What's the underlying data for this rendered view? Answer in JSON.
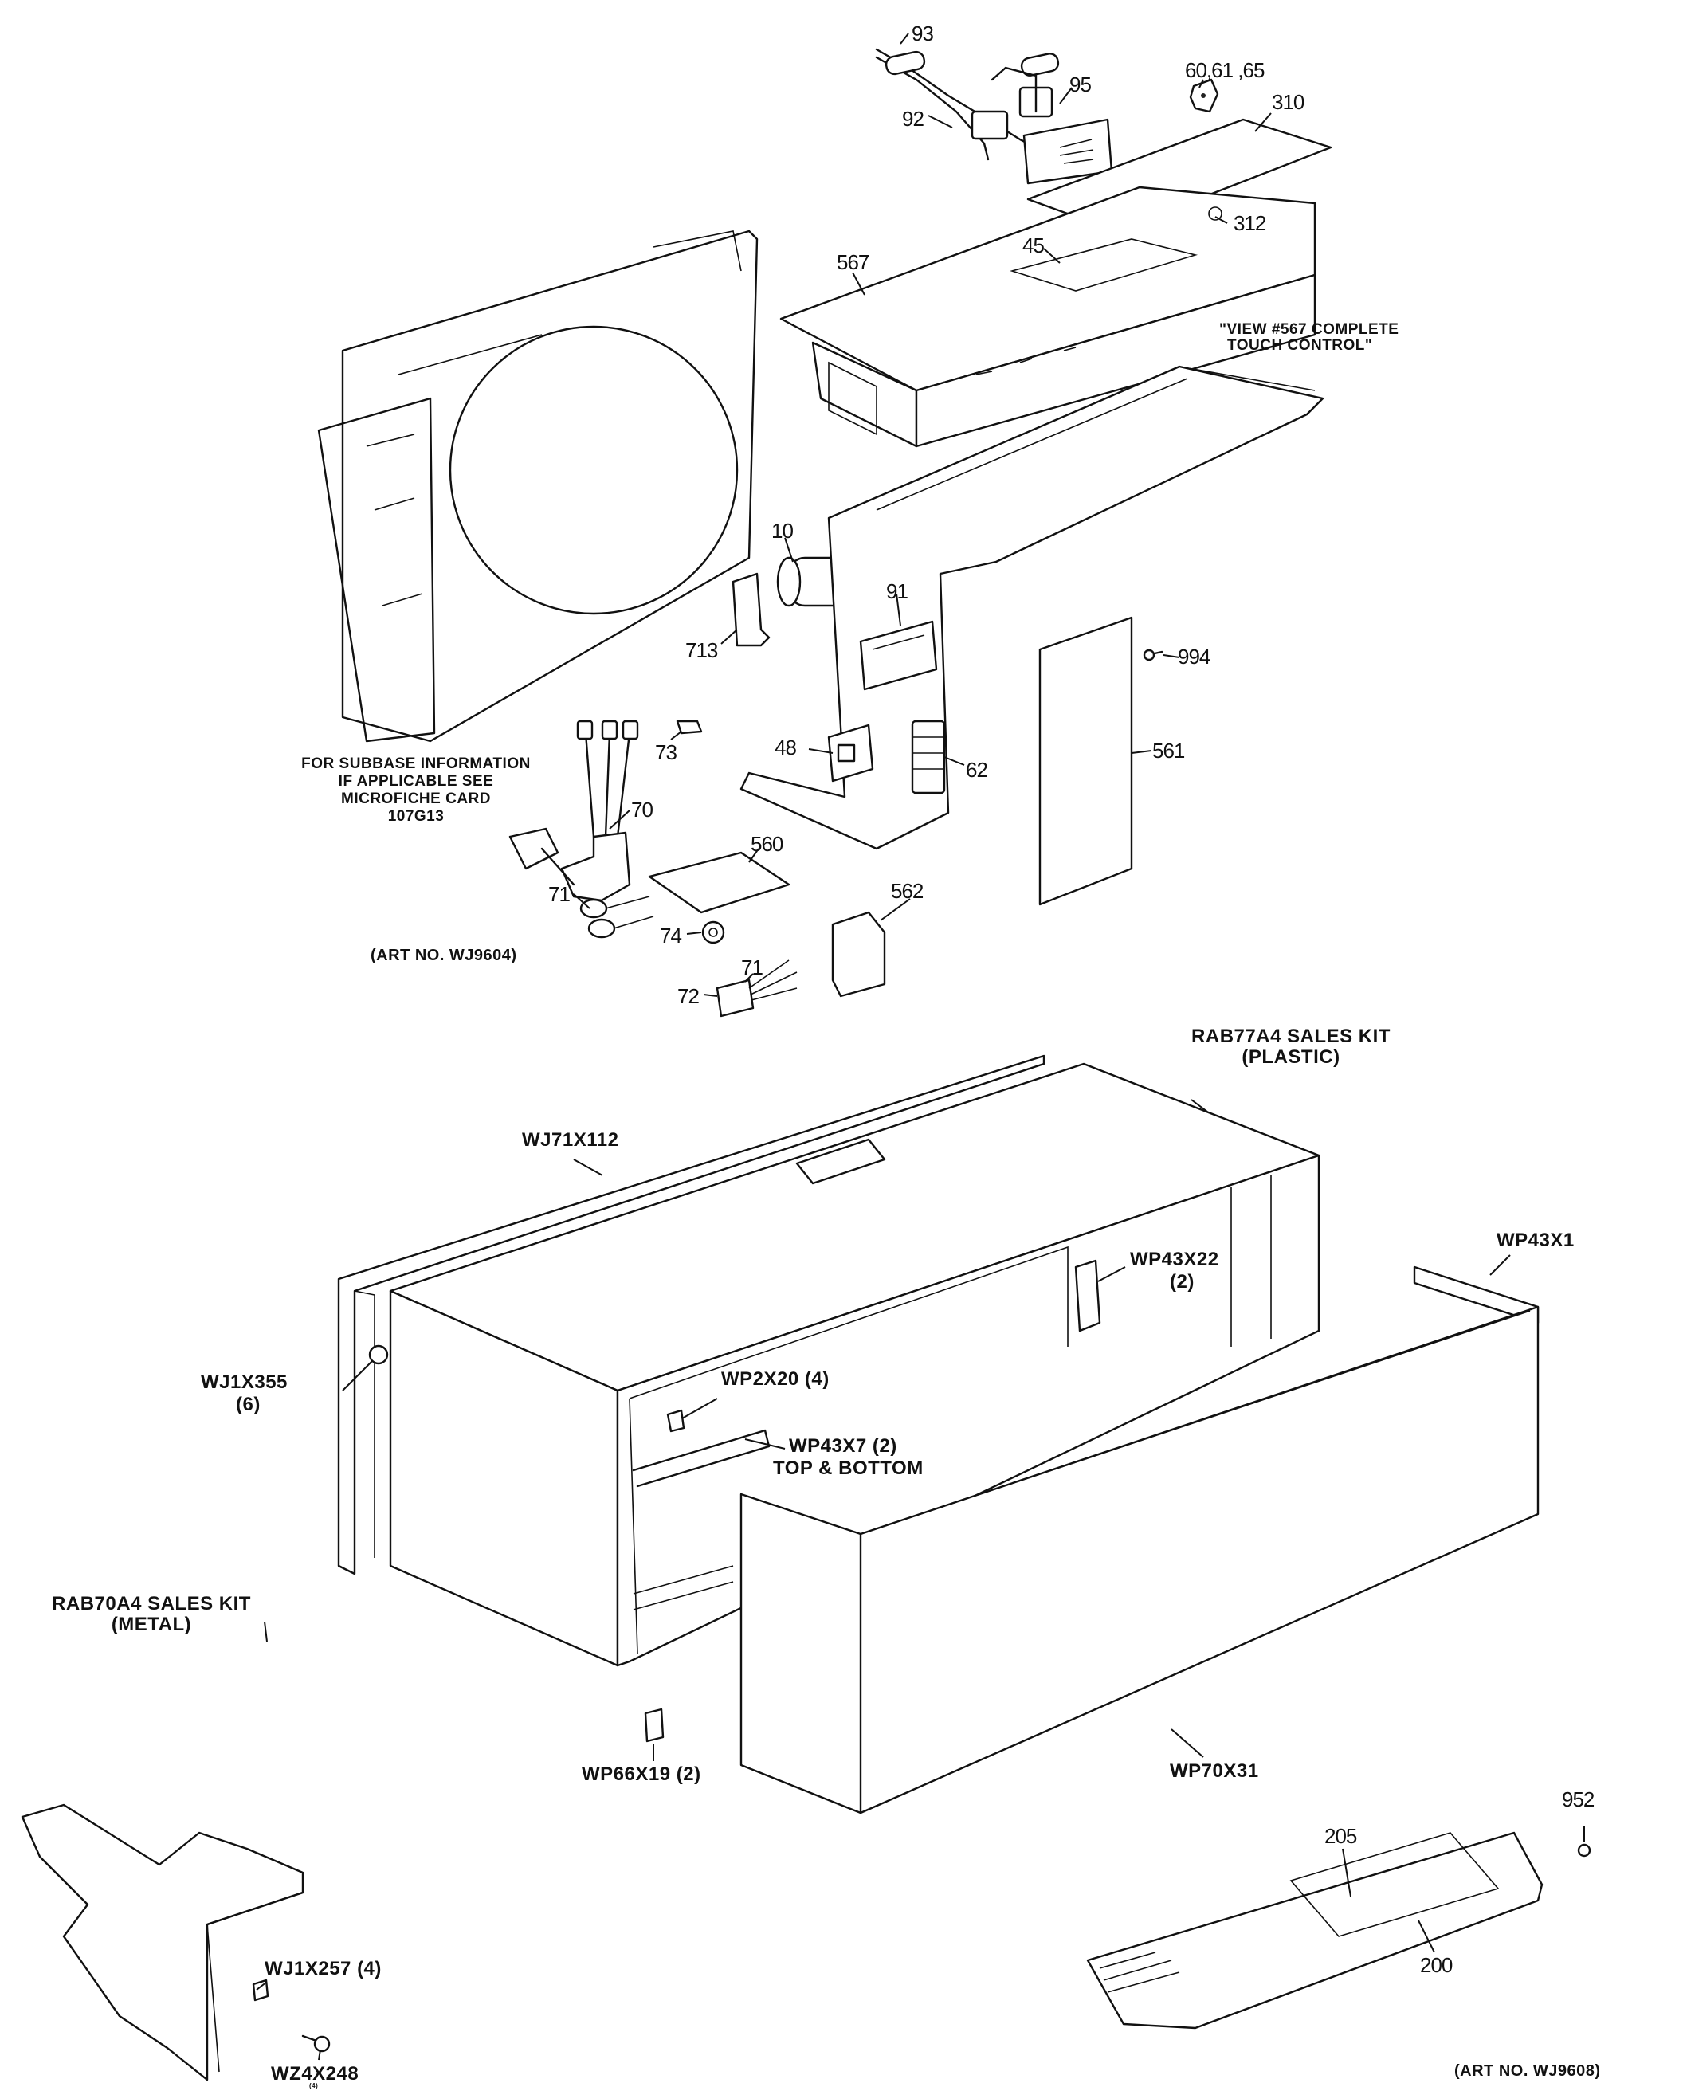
{
  "callouts": {
    "c93": "93",
    "c95": "95",
    "c92": "92",
    "c606165": "60,61 ,65",
    "c310": "310",
    "c312": "312",
    "c567": "567",
    "c45": "45",
    "c10": "10",
    "c91": "91",
    "c713": "713",
    "c994": "994",
    "c73": "73",
    "c48": "48",
    "c62": "62",
    "c561": "561",
    "c70": "70",
    "c560": "560",
    "c71a": "71",
    "c74": "74",
    "c71b": "71",
    "c562": "562",
    "c72": "72",
    "c205": "205",
    "c952": "952",
    "c200": "200"
  },
  "notes": {
    "view567_line1": "\"VIEW #567  COMPLETE",
    "view567_line2": "TOUCH CONTROL\"",
    "subbase_line1": "FOR SUBBASE INFORMATION",
    "subbase_line2": "IF APPLICABLE SEE",
    "subbase_line3": "MICROFICHE CARD",
    "subbase_line4": "107G13",
    "art_top": "(ART NO. WJ9604)",
    "art_bottom": "(ART NO. WJ9608)"
  },
  "parts": {
    "rab77_line1": "RAB77A4 SALES KIT",
    "rab77_line2": "(PLASTIC)",
    "wj71x112": "WJ71X112",
    "wp43x22": "WP43X22",
    "wp43x22_qty": "(2)",
    "wp43x1": "WP43X1",
    "wj1x355": "WJ1X355",
    "wj1x355_qty": "(6)",
    "wp2x20": "WP2X20 (4)",
    "wp43x7": "WP43X7 (2)",
    "wp43x7_note": "TOP & BOTTOM",
    "rab70_line1": "RAB70A4 SALES KIT",
    "rab70_line2": "(METAL)",
    "wj1x257": "WJ1X257 (4)",
    "wp66x19": "WP66X19 (2)",
    "wp70x31": "WP70X31",
    "wz4x248": "WZ4X248",
    "wz4x248_qty": "(4)"
  }
}
